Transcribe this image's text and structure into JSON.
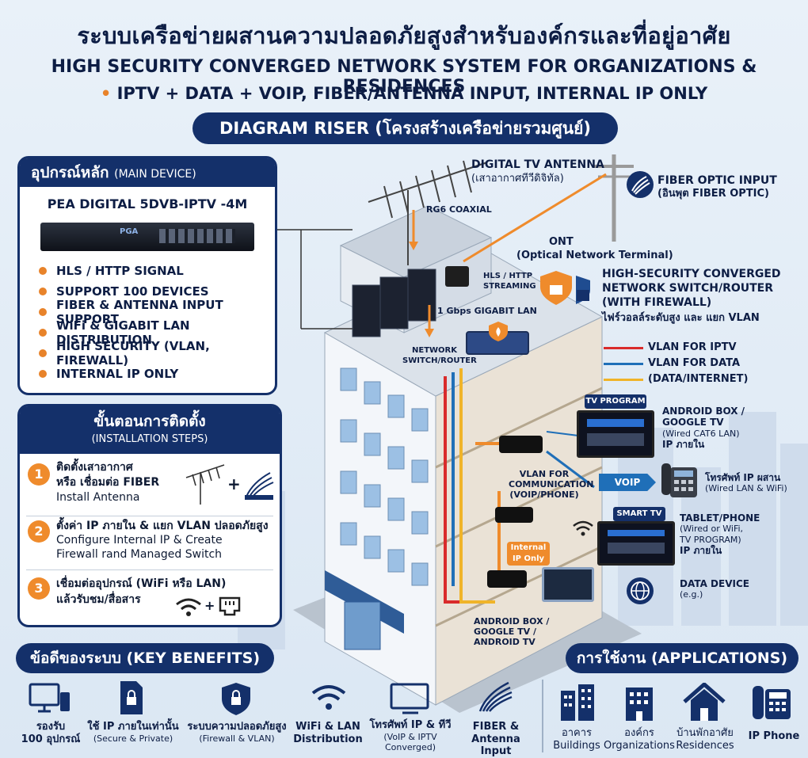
{
  "header": {
    "title_th": "ระบบเครือข่ายผสานความปลอดภัยสูงสำหรับองค์กรและที่อยู่อาศัย",
    "title_en": "HIGH SECURITY CONVERGED NETWORK SYSTEM FOR ORGANIZATIONS & RESIDENCES",
    "subtitle_bullet": "•",
    "subtitle": "IPTV + DATA + VOIP, FIBER/ANTENNA INPUT, INTERNAL IP ONLY",
    "riser_label": "DIAGRAM RISER (โครงสร้างเครือข่ายรวมศูนย์)"
  },
  "main_device": {
    "heading_th": "อุปกรณ์หลัก",
    "heading_en": "(MAIN DEVICE)",
    "model": "PEA DIGITAL 5DVB-IPTV -4M",
    "device_brand": "PGA",
    "features": [
      "HLS / HTTP SIGNAL",
      "SUPPORT 100 DEVICES",
      "FIBER & ANTENNA INPUT SUPPORT",
      "WiFi & GIGABIT LAN DISTRIBUTION",
      "HIGH SECURITY (VLAN, FIREWALL)",
      "INTERNAL IP ONLY"
    ]
  },
  "install": {
    "heading_th": "ขั้นตอนการติดตั้ง",
    "heading_en": "(INSTALLATION STEPS)",
    "steps": [
      {
        "num": "1",
        "th1": "ติดตั้งเสาอากาศ",
        "th2": "หรือ เชื่อมต่อ FIBER",
        "en1": "Install Antenna",
        "en2": ""
      },
      {
        "num": "2",
        "th1": "ตั้งค่า IP ภายใน & แยก VLAN ปลอดภัยสูง",
        "th2": "",
        "en1": "Configure Internal IP & Create",
        "en2": "Firewall rand Managed Switch"
      },
      {
        "num": "3",
        "th1": "เชื่อมต่ออุปกรณ์ (WiFi หรือ LAN)",
        "th2": "แล้วรับชม/สื่อสาร",
        "en1": "",
        "en2": ""
      }
    ],
    "plus": "+"
  },
  "diagram": {
    "antenna_en": "DIGITAL TV ANTENNA",
    "antenna_th": "(เสาอากาศทีวีดิจิทัล)",
    "fiber_en": "FIBER OPTIC INPUT",
    "fiber_th": "(อินพุต FIBER OPTIC)",
    "rg6": "RG6 COAXIAL",
    "ont": "ONT",
    "ont_full": "(Optical Network Terminal)",
    "hls1": "HLS / HTTP",
    "hls2": "STREAMING",
    "switch_title1": "HIGH-SECURITY CONVERGED",
    "switch_title2": "NETWORK SWITCH/ROUTER",
    "switch_title3": "(WITH FIREWALL)",
    "switch_title_th": "ไฟร์วอลล์ระดับสูง และ แยก VLAN",
    "gigabit": "1 Gbps GIGABIT LAN",
    "network_switch1": "NETWORK",
    "network_switch2": "SWITCH/ROUTER",
    "vlan_iptv": "VLAN FOR IPTV",
    "vlan_data": "VLAN FOR DATA",
    "vlan_internet": "(DATA/INTERNET)",
    "vlan_comm1": "VLAN FOR",
    "vlan_comm2": "COMMUNICATION",
    "vlan_comm3": "(VOIP/PHONE)",
    "internal_ip1": "Internal",
    "internal_ip2": "IP Only",
    "tv_program": "TV PROGRAM",
    "android_box1": "ANDROID BOX /",
    "android_box2": "GOOGLE TV",
    "android_box3": "(Wired CAT6 LAN)",
    "android_box4": "IP ภายใน",
    "voip": "VOIP",
    "phone1": "โทรศัพท์ IP ผสาน",
    "phone2": "(Wired LAN & WiFi)",
    "smart_tv": "SMART TV",
    "tablet1": "TABLET/PHONE",
    "tablet2": "(Wired or WiFi,",
    "tablet3": "TV PROGRAM)",
    "tablet4": "IP ภายใน",
    "data_device1": "DATA DEVICE",
    "data_device2": "(e.g.)",
    "bottom_box1": "ANDROID BOX /",
    "bottom_box2": "GOOGLE TV /",
    "bottom_box3": "ANDROID TV"
  },
  "benefits": {
    "heading": "ข้อดีของระบบ (KEY BENEFITS)",
    "items": [
      {
        "l1": "รองรับ",
        "l2": "100 อุปกรณ์"
      },
      {
        "l1": "ใช้ IP ภายในเท่านั้น",
        "l2": "(Secure & Private)"
      },
      {
        "l1": "ระบบความปลอดภัยสูง",
        "l2": "(Firewall & VLAN)"
      },
      {
        "l1": "WiFi & LAN",
        "l2": "Distribution"
      },
      {
        "l1": "โทรศัพท์ IP & ทีวี",
        "l2": "(VoIP & IPTV",
        "l3": "Converged)"
      },
      {
        "l1": "FIBER &",
        "l2": "Antenna Input"
      }
    ]
  },
  "applications": {
    "heading": "การใช้งาน (APPLICATIONS)",
    "items": [
      {
        "l1": "อาคาร",
        "l2": "Buildings"
      },
      {
        "l1": "องค์กร",
        "l2": "Organizations"
      },
      {
        "l1": "บ้านพักอาศัย",
        "l2": "Residences"
      },
      {
        "l1": "IP Phone",
        "l2": ""
      }
    ]
  },
  "colors": {
    "navy": "#14306a",
    "orange": "#ef8b2c",
    "vlan_iptv": "#d92b2b",
    "vlan_data": "#1f6fb8",
    "vlan_internet": "#f0b429"
  }
}
